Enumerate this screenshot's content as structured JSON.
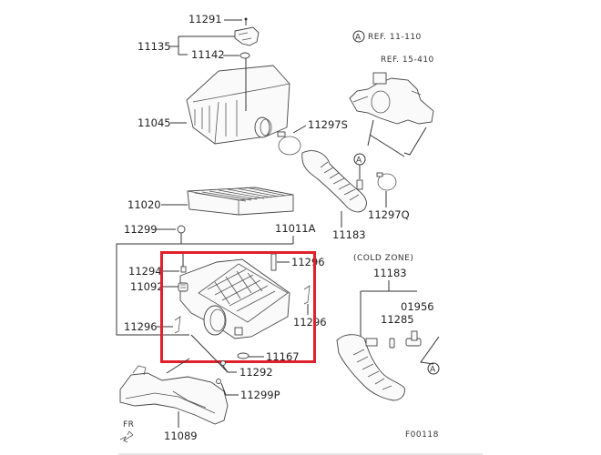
{
  "diagram": {
    "title": "Air cleaner assembly parts diagram",
    "figure_id": "F00118",
    "highlight_color": "#e0202a",
    "references": [
      {
        "marker": "A",
        "text": "REF. 11-110"
      },
      {
        "text": "REF. 15-410"
      }
    ],
    "zone_note": "(COLD ZONE)",
    "direction": {
      "label": "FR",
      "icon": "front-arrow-icon"
    },
    "callout_marker": "A",
    "parts": {
      "p11291": "11291",
      "p11135": "11135",
      "p11142": "11142",
      "p11045": "11045",
      "p11297S": "11297S",
      "p11020": "11020",
      "p11299": "11299",
      "p11011A": "11011A",
      "p11183a": "11183",
      "p11297Q": "11297Q",
      "p11294": "11294",
      "p11296a": "11296",
      "p11092": "11092",
      "p11296b": "11296",
      "p11296c": "11296",
      "p11167": "11167",
      "p11292": "11292",
      "p11299P": "11299P",
      "p11089": "11089",
      "p11183b": "11183",
      "p01956": "01956",
      "p11285": "11285"
    }
  }
}
